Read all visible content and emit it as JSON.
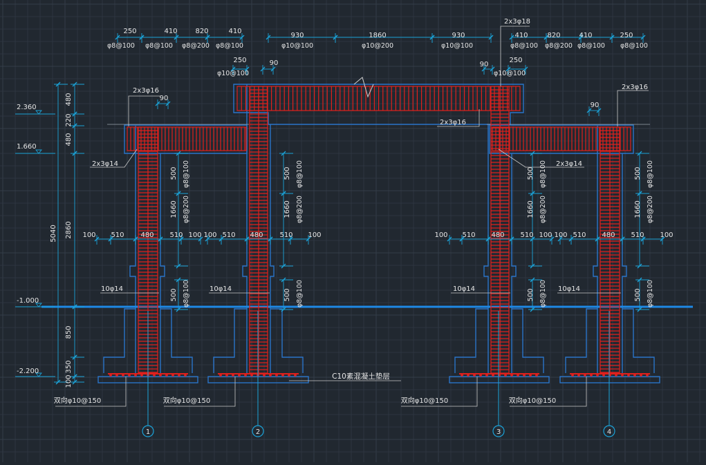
{
  "colors": {
    "background": "#212830",
    "grid": "#2d3540",
    "grid_major": "#343d48",
    "dimension": "#1aa3d9",
    "concrete": "#2a74c9",
    "rebar": "#e0201d",
    "leader": "#d0d0d0",
    "text": "#e6e6e6",
    "ground": "#1e88e5"
  },
  "top_dims": {
    "spans_left": [
      "250",
      "410",
      "820",
      "410"
    ],
    "spans_mid": [
      "930",
      "1860",
      "930"
    ],
    "spans_right": [
      "410",
      "820",
      "410",
      "250"
    ],
    "rebar_left": [
      "φ8@100",
      "φ8@100",
      "φ8@200",
      "φ8@100"
    ],
    "rebar_mid": [
      "φ10@100",
      "φ10@200",
      "φ10@100"
    ],
    "rebar_right": [
      "φ8@100",
      "φ8@200",
      "φ8@100",
      "φ8@100"
    ],
    "beam_top_label": "2x3φ18",
    "sub_left_250": "250",
    "sub_left_90": "90",
    "sub_left_rebar": "φ10@100",
    "sub_right_90": "90",
    "sub_right_250": "250",
    "sub_right_rebar": "φ10@100"
  },
  "elevations": {
    "e1": "2.360",
    "e2": "1.660",
    "e3": "-1.000",
    "e4": "-2.200"
  },
  "left_dims": {
    "d480a": "480",
    "d220": "220",
    "d480b": "480",
    "d2860": "2860",
    "d850": "850",
    "d350": "350",
    "d100": "100",
    "total": "5040"
  },
  "labels": {
    "top_left_beam": "2x3φ16",
    "small90_left": "90",
    "mid_beam": "2x3φ16",
    "top_right_beam": "2x3φ16",
    "small90_right": "90",
    "left_bot_beam": "2x3φ14",
    "right_bot_beam": "2x3φ14",
    "col_bars_1": "10φ14",
    "col_bars_2": "10φ14",
    "col_bars_3": "10φ14",
    "col_bars_4": "10φ14",
    "cushion": "C10素混凝土垫层",
    "found_1": "双向φ10@150",
    "found_2": "双向φ10@150",
    "found_3": "双向φ10@150",
    "found_4": "双向φ10@150"
  },
  "col_stirrup_dims": {
    "d500a": "500",
    "r_a": "φ8@100",
    "d1660": "1660",
    "r_b": "φ8@200",
    "d500b": "500",
    "r_c": "φ8@100"
  },
  "section_dims": [
    "100",
    "510",
    "480",
    "510",
    "100"
  ],
  "axes": [
    "1",
    "2",
    "3",
    "4"
  ]
}
